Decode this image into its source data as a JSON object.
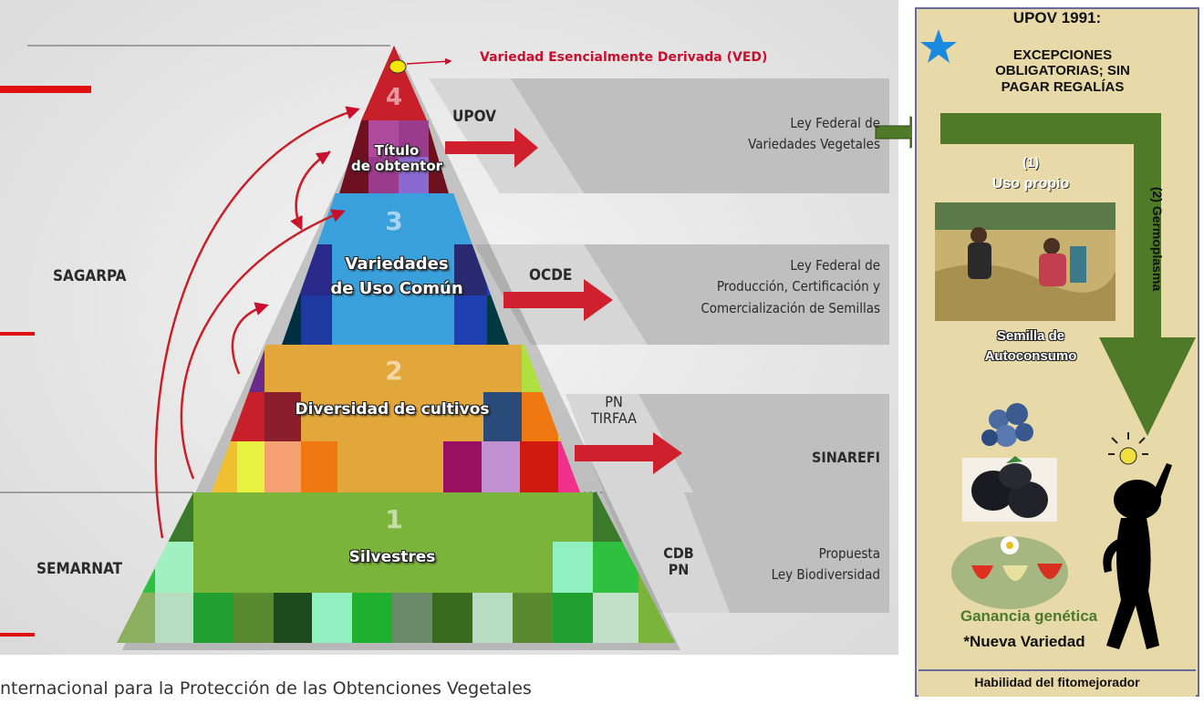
{
  "top_callout": "Variedad Esencialmente Derivada (VED)",
  "levels": [
    {
      "number": "4",
      "label_line1": "Título",
      "label_line2": "de obtentor"
    },
    {
      "number": "3",
      "label_line1": "Variedades",
      "label_line2": "de Uso Común"
    },
    {
      "number": "2",
      "label_line1": "Diversidad de cultivos",
      "label_line2": ""
    },
    {
      "number": "1",
      "label_line1": "Silvestres",
      "label_line2": ""
    }
  ],
  "agencies": {
    "upper": "SAGARPA",
    "lower": "SEMARNAT"
  },
  "frameworks": [
    {
      "org": "UPOV",
      "law_line1": "Ley Federal de",
      "law_line2": "Variedades Vegetales",
      "law_line3": ""
    },
    {
      "org": "OCDE",
      "law_line1": "Ley Federal de",
      "law_line2": "Producción, Certificación y",
      "law_line3": "Comercialización de Semillas"
    },
    {
      "org_line1": "PN",
      "org_line2": "TIRFAA",
      "law_line1": "SINAREFI"
    },
    {
      "org_line1": "CDB",
      "org_line2": "PN",
      "law_line1": "Propuesta",
      "law_line2": "Ley Biodiversidad"
    }
  ],
  "caption": "nternacional para la Protección de las Obtenciones Vegetales",
  "side_panel": {
    "title": "UPOV 1991:",
    "subtitle_line1": "EXCEPCIONES",
    "subtitle_line2_a": "OBLIGATORIAS; ",
    "subtitle_line2_b": "SIN",
    "subtitle_line3": "PAGAR REGALÍAS",
    "item1_number": "(1)",
    "item1_label": "Uso propio",
    "seed_line1": "Semilla de",
    "seed_line2": "Autoconsumo",
    "item2_label": "(2) Germoplasma",
    "gain_label": "Ganancia genética",
    "new_variety": "*Nueva Variedad",
    "footer": "Habilidad del fitomejorador"
  },
  "colors": {
    "panel_bg": "#e8d9a8",
    "arrow_green": "#4f7a27",
    "accent_red": "#c8102e",
    "gain_green": "#4a7a2a"
  }
}
